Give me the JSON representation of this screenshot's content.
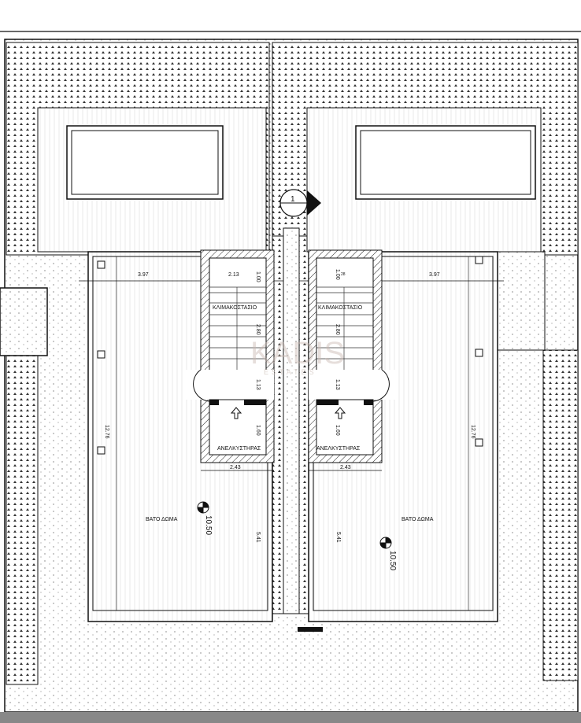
{
  "plan": {
    "section_marker": "1",
    "left_unit": {
      "roof_width": "3.97",
      "stair_width": "2.13",
      "stair_top_depth": "1.00",
      "stair_label": "ΚΛΙΜΑΚΟΣΤΑΣΙΟ",
      "stair_depth": "2.80",
      "landing_depth": "1.13",
      "lift_depth": "1.60",
      "lift_label": "ΑΝΕΛΚΥΣΤΗΡΑΣ",
      "core_width": "2.43",
      "roof_depth": "12.76",
      "roof_label": "ΒΑΤΟ ΔΩΜΑ",
      "level": "10.50",
      "lower_depth": "5.41"
    },
    "right_unit": {
      "roof_width": "3.97",
      "stair_top_depth": "1.00",
      "stair_top_extra": "28",
      "stair_label": "ΚΛΙΜΑΚΟΣΤΑΣΙΟ",
      "stair_depth": "2.80",
      "landing_depth": "1.13",
      "lift_depth": "1.60",
      "lift_label": "ΑΝΕΛΚΥΣΤΗΡΑΣ",
      "core_width": "2.43",
      "roof_depth": "12.76",
      "roof_label": "ΒΑΤΟ ΔΩΜΑ",
      "level": "10.50",
      "lower_depth": "5.41"
    },
    "watermark": {
      "brand": "KADIS",
      "sub": "ESTATES"
    }
  }
}
